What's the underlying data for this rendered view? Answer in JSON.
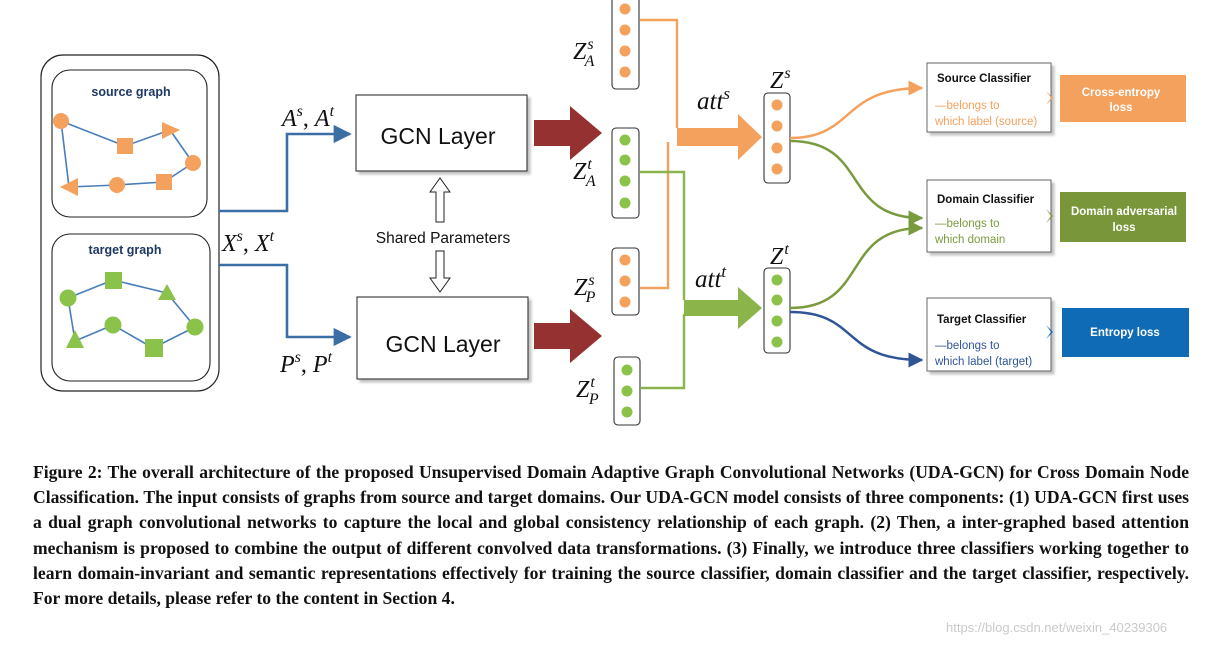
{
  "figure": {
    "source_graph_label": "source graph",
    "target_graph_label": "target graph",
    "gcn_layer_top": "GCN Layer",
    "gcn_layer_bottom": "GCN Layer",
    "shared_parameters": "Shared Parameters",
    "input_adjacency": {
      "base1": "A",
      "sup1": "s",
      "sep": ", ",
      "base2": "A",
      "sup2": "t"
    },
    "input_features": {
      "base1": "X",
      "sup1": "s",
      "sep": ", ",
      "base2": "X",
      "sup2": "t"
    },
    "input_ppmi": {
      "base1": "P",
      "sup1": "s",
      "sep": ", ",
      "base2": "P",
      "sup2": "t"
    },
    "z_as": {
      "base": "Z",
      "sup": "s",
      "sub": "A"
    },
    "z_at": {
      "base": "Z",
      "sup": "t",
      "sub": "A"
    },
    "z_ps": {
      "base": "Z",
      "sup": "s",
      "sub": "P"
    },
    "z_pt": {
      "base": "Z",
      "sup": "t",
      "sub": "P"
    },
    "att_s": {
      "base": "att",
      "sup": "s"
    },
    "att_t": {
      "base": "att",
      "sup": "t"
    },
    "z_s": {
      "base": "Z",
      "sup": "s"
    },
    "z_t": {
      "base": "Z",
      "sup": "t"
    },
    "source_classifier": {
      "title": "Source Classifier",
      "line1": "—belongs to",
      "line2": "which label (source)"
    },
    "domain_classifier": {
      "title": "Domain Classifier",
      "line1": "—belongs to",
      "line2": "which domain"
    },
    "target_classifier": {
      "title": "Target Classifier",
      "line1": "—belongs to",
      "line2": "which label (target)"
    },
    "loss_cross_entropy": {
      "line1": "Cross-entropy",
      "line2": "loss"
    },
    "loss_domain_adversarial": {
      "line1": "Domain adversarial",
      "line2": "loss"
    },
    "loss_entropy": {
      "line1": "Entropy loss"
    }
  },
  "caption": "Figure 2: The overall architecture of the proposed Unsupervised Domain Adaptive Graph Convolutional Networks (UDA-GCN) for Cross Domain Node Classification. The input consists of graphs from source and target domains. Our UDA-GCN model consists of three components: (1) UDA-GCN first uses a dual graph convolutional networks to capture the local and global consistency relationship of each graph. (2) Then, a inter-graphed based attention mechanism is proposed to combine the output of different convolved data transformations. (3) Finally, we introduce three classifiers working together to learn domain-invariant and semantic representations effectively for training the source classifier, domain classifier and the target classifier, respectively. For more details, please refer to the content in Section 4.",
  "watermark": "https://blog.csdn.net/weixin_40239306",
  "colors": {
    "orange": "#f4a15d",
    "green": "#8bb54a",
    "blue": "#3a6ea5",
    "dark_red": "#963131",
    "orange_loss": "#f4a15d",
    "green_loss": "#79963a",
    "blue_loss": "#0f6bb5",
    "navy_text": "#1f3864"
  }
}
